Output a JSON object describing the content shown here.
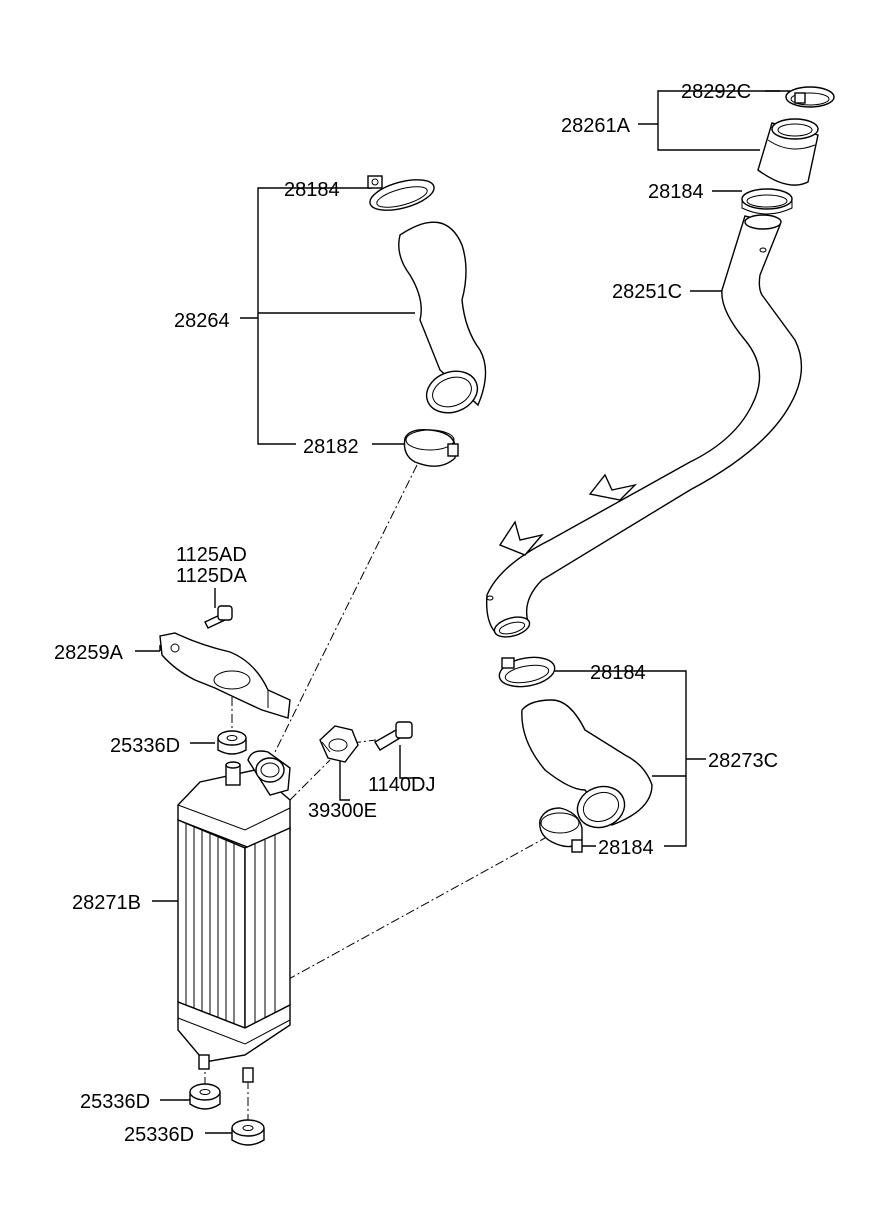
{
  "labels": {
    "p28292C": "28292C",
    "p28261A": "28261A",
    "p28184_top_right": "28184",
    "p28251C": "28251C",
    "p28184_top_left": "28184",
    "p28264": "28264",
    "p28182": "28182",
    "p1125AD": "1125AD",
    "p1125DA": "1125DA",
    "p28259A": "28259A",
    "p25336D_top": "25336D",
    "p1140DJ": "1140DJ",
    "p39300E": "39300E",
    "p28184_mid_right": "28184",
    "p28273C": "28273C",
    "p28184_low_right": "28184",
    "p28271B": "28271B",
    "p25336D_bottom_left": "25336D",
    "p25336D_bottom": "25336D"
  }
}
